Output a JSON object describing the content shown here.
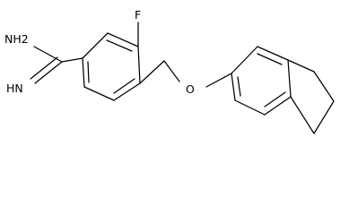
{
  "structure": {
    "atoms": {
      "amine": "NH2",
      "imine": "HN",
      "fluorine": "F",
      "oxygen": "O"
    }
  }
}
